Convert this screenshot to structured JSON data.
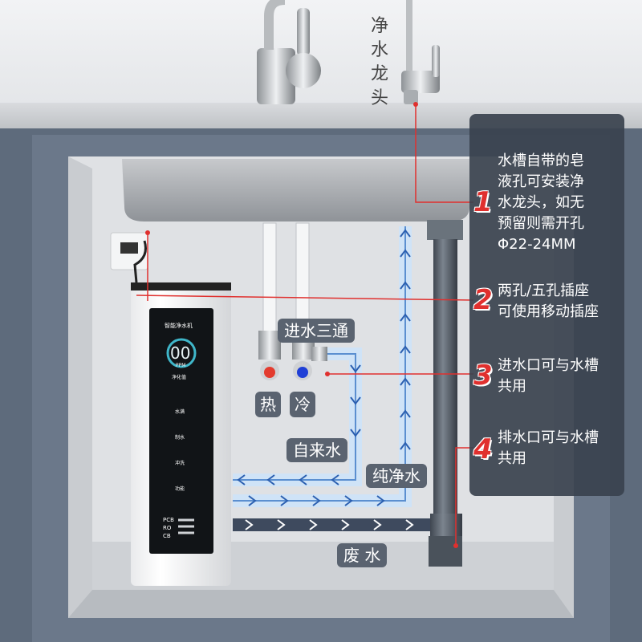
{
  "faucet_label": "净水龙头",
  "tee_label": "进水三通",
  "hot_label": "热",
  "cold_label": "冷",
  "tap_water_label": "自来水",
  "pure_water_label": "纯净水",
  "waste_water_label": "废 水",
  "notes": [
    {
      "number": "1",
      "text": "水槽自带的皂\n液孔可安装净\n水龙头，如无\n预留则需开孔\nΦ22-24MM"
    },
    {
      "number": "2",
      "text": "两孔/五孔插座\n可使用移动插座"
    },
    {
      "number": "3",
      "text": "进水口可与水槽\n共用"
    },
    {
      "number": "4",
      "text": "排水口可与水槽\n共用"
    }
  ],
  "purifier": {
    "brand": "智能净水机",
    "display": "00",
    "unit": "PPM",
    "status": "净化值",
    "buttons": [
      "水满",
      "制水",
      "冲洗",
      "功能"
    ],
    "codes": [
      "PCB",
      "RO",
      "CB"
    ]
  },
  "colors": {
    "hot": "#e33b2e",
    "cold": "#1f3fd6",
    "accent_red": "#e0302e",
    "panel": "#3a424e"
  }
}
